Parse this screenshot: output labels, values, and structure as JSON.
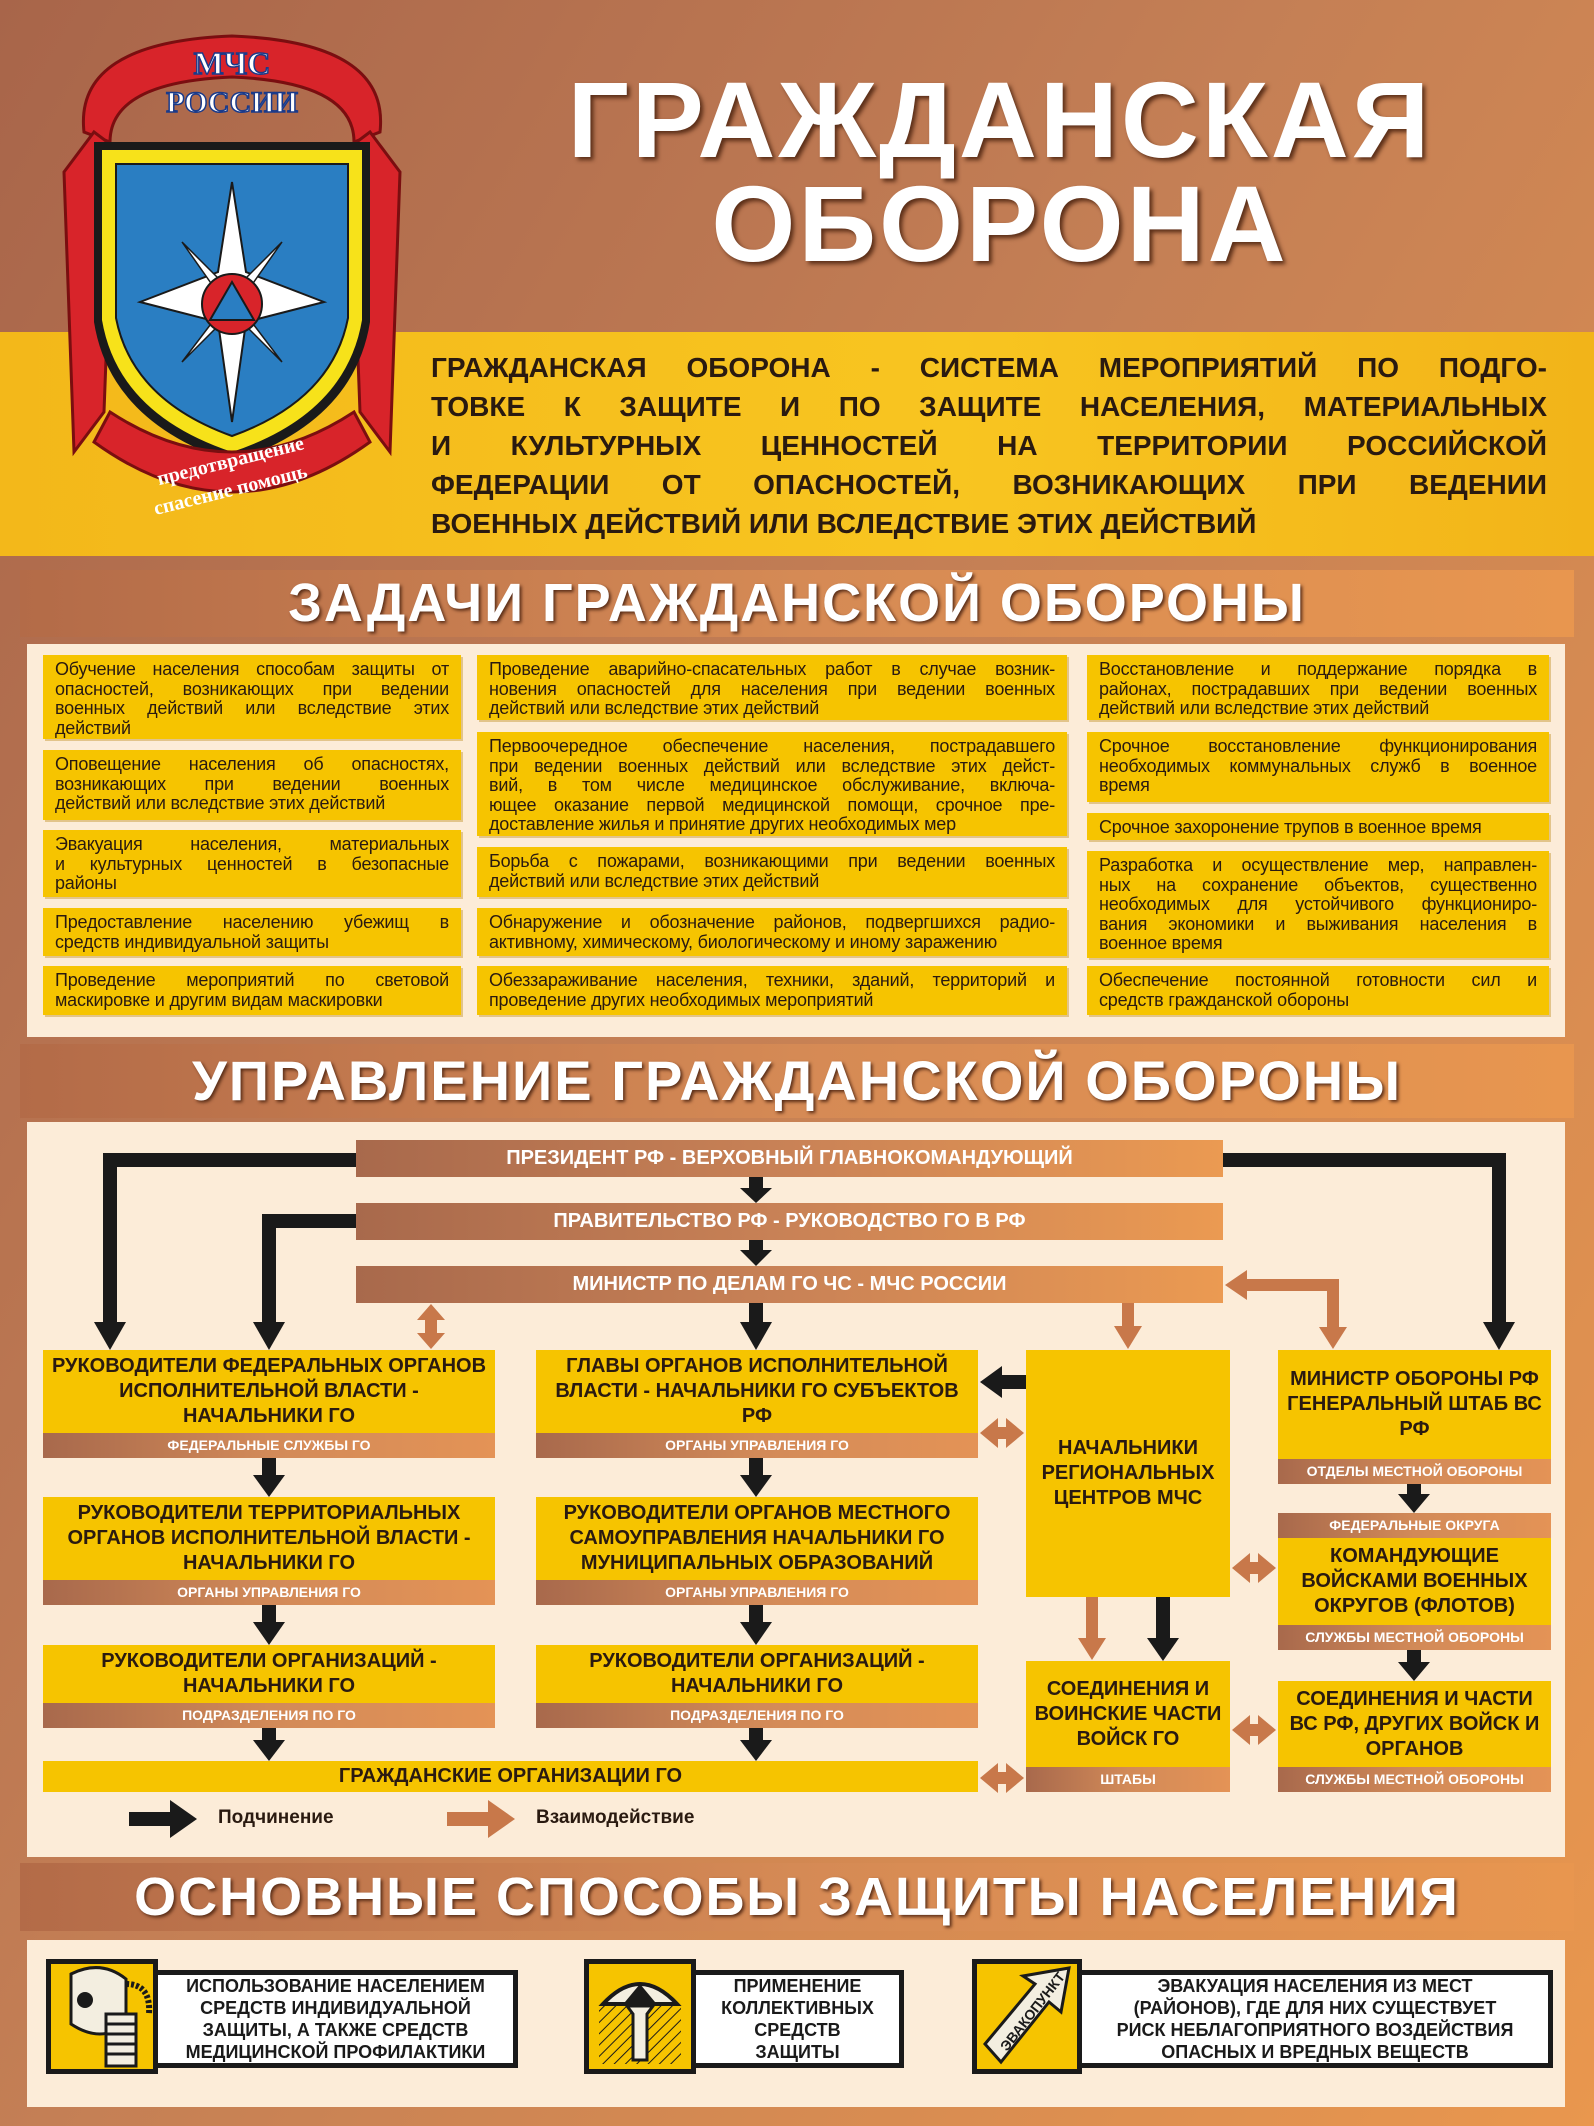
{
  "logo": {
    "top_text": [
      "МЧС",
      "РОССИИ"
    ],
    "bottom_text": [
      "предотвращение",
      "спасение помощь"
    ]
  },
  "title": [
    "ГРАЖДАНСКАЯ",
    "ОБОРОНА"
  ],
  "definition_lines": [
    "ГРАЖДАНСКАЯ ОБОРОНА - СИСТЕМА МЕРОПРИЯТИЙ ПО ПОДГО-",
    "ТОВКЕ К ЗАЩИТЕ И ПО ЗАЩИТЕ НАСЕЛЕНИЯ, МАТЕРИАЛЬНЫХ",
    "И КУЛЬТУРНЫХ ЦЕННОСТЕЙ НА ТЕРРИТОРИИ РОССИЙСКОЙ",
    "ФЕДЕРАЦИИ ОТ ОПАСНОСТЕЙ, ВОЗНИКАЮЩИХ ПРИ ВЕДЕНИИ",
    "ВОЕННЫХ ДЕЙСТВИЙ ИЛИ ВСЛЕДСТВИЕ ЭТИХ ДЕЙСТВИЙ"
  ],
  "tasks": {
    "heading": "ЗАДАЧИ ГРАЖДАНСКОЙ ОБОРОНЫ",
    "columns": [
      [
        [
          "Обучение населения способам защиты от",
          "опасностей, возникающих при ведении",
          "военных действий или вследствие этих",
          "действий"
        ],
        [
          "Оповещение населения об опасностях,",
          "возникающих при ведении военных",
          "действий или вследствие этих действий"
        ],
        [
          "Эвакуация населения, материальных",
          "и культурных ценностей в безопасные",
          "районы"
        ],
        [
          "Предоставление населению убежищ в",
          "средств индивидуальной защиты"
        ],
        [
          "Проведение мероприятий по световой",
          "маскировке и другим видам маскировки"
        ]
      ],
      [
        [
          "Проведение аварийно-спасательных работ в случае возник-",
          "новения опасностей для населения при ведении военных",
          "действий или вследствие этих действий"
        ],
        [
          "Первоочередное обеспечение населения, пострадавшего",
          "при ведении военных действий или вследствие этих дейст-",
          "вий, в том числе медицинское обслуживание, включа-",
          "ющее оказание первой медицинской помощи, срочное пре-",
          "доставление жилья и принятие других необходимых мер"
        ],
        [
          "Борьба с пожарами, возникающими при ведении военных",
          "действий или вследствие этих действий"
        ],
        [
          "Обнаружение и обозначение районов, подвергшихся радио-",
          "активному, химическому, биологическому и иному заражению"
        ],
        [
          "Обеззараживание населения, техники, зданий, территорий и",
          "проведение других необходимых мероприятий"
        ]
      ],
      [
        [
          "Восстановление и поддержание порядка в",
          "районах, пострадавших при ведении военных",
          "действий или вследствие этих действий"
        ],
        [
          "Срочное восстановление функционирования",
          "необходимых коммунальных служб в военное",
          "время"
        ],
        [
          "Срочное захоронение трупов в военное время"
        ],
        [
          "Разработка и осуществление мер, направлен-",
          "ных на сохранение объектов, существенно",
          "необходимых для устойчивого функциониро-",
          "вания экономики и выживания населения в",
          "военное время"
        ],
        [
          "Обеспечение постоянной готовности сил и",
          "средств гражданской обороны"
        ]
      ]
    ]
  },
  "management": {
    "heading": "УПРАВЛЕНИЕ ГРАЖДАНСКОЙ ОБОРОНЫ",
    "president": "ПРЕЗИДЕНТ РФ - ВЕРХОВНЫЙ ГЛАВНОКОМАНДУЮЩИЙ",
    "government": "ПРАВИТЕЛЬСТВО РФ - РУКОВОДСТВО ГО В РФ",
    "minister": "МИНИСТР ПО ДЕЛАМ ГО ЧС - МЧС РОССИИ",
    "a1": {
      "title": "РУКОВОДИТЕЛИ ФЕДЕРАЛЬНЫХ ОРГАНОВ ИСПОЛНИТЕЛЬНОЙ ВЛАСТИ - НАЧАЛЬНИКИ ГО",
      "sub": "ФЕДЕРАЛЬНЫЕ СЛУЖБЫ ГО"
    },
    "a2": {
      "title": "РУКОВОДИТЕЛИ ТЕРРИТОРИАЛЬНЫХ ОРГАНОВ ИСПОЛНИТЕЛЬНОЙ ВЛАСТИ - НАЧАЛЬНИКИ ГО",
      "sub": "ОРГАНЫ УПРАВЛЕНИЯ ГО"
    },
    "a3": {
      "title": "РУКОВОДИТЕЛИ ОРГАНИЗАЦИЙ - НАЧАЛЬНИКИ ГО",
      "sub": "ПОДРАЗДЕЛЕНИЯ ПО  ГО"
    },
    "b1": {
      "title": "ГЛАВЫ ОРГАНОВ ИСПОЛНИТЕЛЬНОЙ ВЛАСТИ - НАЧАЛЬНИКИ ГО СУБЪЕКТОВ РФ",
      "sub": "ОРГАНЫ УПРАВЛЕНИЯ ГО"
    },
    "b2": {
      "title": "РУКОВОДИТЕЛИ ОРГАНОВ МЕСТНОГО САМОУПРАВЛЕНИЯ НАЧАЛЬНИКИ ГО МУНИЦИПАЛЬНЫХ ОБРАЗОВАНИЙ",
      "sub": "ОРГАНЫ УПРАВЛЕНИЯ ГО"
    },
    "b3": {
      "title": "РУКОВОДИТЕЛИ ОРГАНИЗАЦИЙ - НАЧАЛЬНИКИ ГО",
      "sub": "ПОДРАЗДЕЛЕНИЯ ПО  ГО"
    },
    "c1": {
      "title": "НАЧАЛЬНИКИ РЕГИОНАЛЬНЫХ ЦЕНТРОВ МЧС"
    },
    "c2": {
      "title": "СОЕДИНЕНИЯ И ВОИНСКИЕ ЧАСТИ ВОЙСК ГО",
      "sub": "ШТАБЫ"
    },
    "d1": {
      "title": "МИНИСТР ОБОРОНЫ РФ ГЕНЕРАЛЬНЫЙ ШТАБ ВС РФ",
      "sub": "ОТДЕЛЫ МЕСТНОЙ ОБОРОНЫ"
    },
    "d2": {
      "top": "ФЕДЕРАЛЬНЫЕ ОКРУГА",
      "title": "КОМАНДУЮЩИЕ ВОЙСКАМИ ВОЕННЫХ ОКРУГОВ (ФЛОТОВ)",
      "sub": "СЛУЖБЫ МЕСТНОЙ ОБОРОНЫ"
    },
    "d3": {
      "title": "СОЕДИНЕНИЯ И ЧАСТИ ВС РФ, ДРУГИХ ВОЙСК И ОРГАНОВ",
      "sub": "СЛУЖБЫ МЕСТНОЙ ОБОРОНЫ"
    },
    "civil_orgs": "ГРАЖДАНСКИЕ ОРГАНИЗАЦИИ ГО",
    "legend": {
      "subordination": "Подчинение",
      "interaction": "Взаимодействие"
    },
    "colors": {
      "subordination": "#1a1a1a",
      "interaction": "#c8784a",
      "box": "#f6c400"
    }
  },
  "protection": {
    "heading": "ОСНОВНЫЕ СПОСОБЫ ЗАЩИТЫ НАСЕЛЕНИЯ",
    "items": [
      {
        "icon": "gas-mask-icon",
        "lines": [
          "ИСПОЛЬЗОВАНИЕ НАСЕЛЕНИЕМ",
          "СРЕДСТВ ИНДИВИДУАЛЬНОЙ",
          "ЗАЩИТЫ, А ТАКЖЕ СРЕДСТВ",
          "МЕДИЦИНСКОЙ ПРОФИЛАКТИКИ"
        ]
      },
      {
        "icon": "shelter-icon",
        "lines": [
          "ПРИМЕНЕНИЕ",
          "КОЛЛЕКТИВНЫХ",
          "СРЕДСТВ",
          "ЗАЩИТЫ"
        ]
      },
      {
        "icon": "evacuation-sign-icon",
        "sign_text": "ЭВАКОПУНКТ",
        "lines": [
          "ЭВАКУАЦИЯ НАСЕЛЕНИЯ ИЗ МЕСТ",
          "(РАЙОНОВ), ГДЕ ДЛЯ НИХ СУЩЕСТВУЕТ",
          "РИСК НЕБЛАГОПРИЯТНОГО ВОЗДЕЙСТВИЯ",
          "ОПАСНЫХ И ВРЕДНЫХ ВЕЩЕСТВ"
        ]
      }
    ]
  }
}
